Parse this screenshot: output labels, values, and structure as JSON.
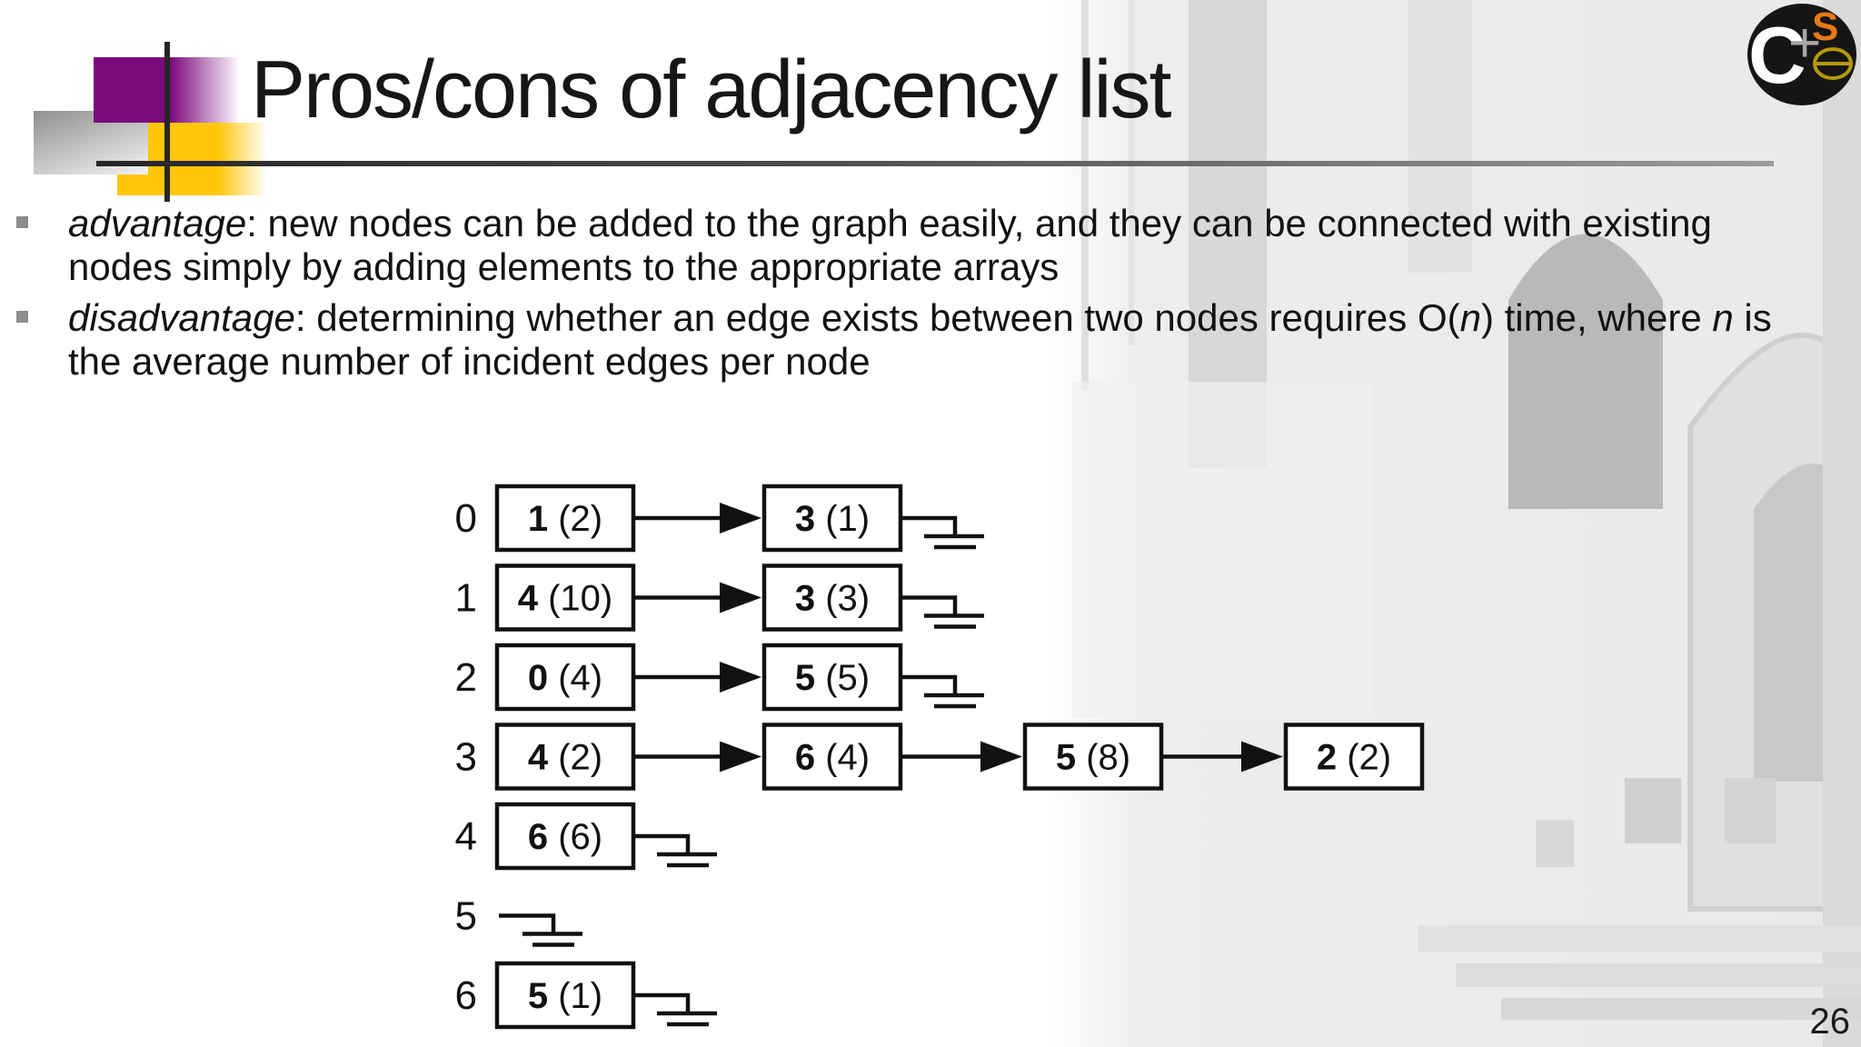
{
  "header": {
    "title": "Pros/cons of adjacency list"
  },
  "logo": {
    "letter_c": "C",
    "letter_plus": "+",
    "letter_s": "S",
    "letter_e": "e"
  },
  "bullets": [
    {
      "segments": [
        {
          "text": "advantage",
          "italic": true
        },
        {
          "text": ": new nodes can be added to the graph easily, and they can be connected with existing nodes simply by adding elements to the appropriate arrays",
          "italic": false
        }
      ]
    },
    {
      "segments": [
        {
          "text": "disadvantage",
          "italic": true
        },
        {
          "text": ": determining whether an edge exists between two nodes requires O(",
          "italic": false
        },
        {
          "text": "n",
          "italic": true
        },
        {
          "text": ") time, where ",
          "italic": false
        },
        {
          "text": "n",
          "italic": true
        },
        {
          "text": " is the average number of incident edges per node",
          "italic": false
        }
      ]
    }
  ],
  "diagram": {
    "type": "adjacency-list",
    "rows": [
      {
        "index": "0",
        "nodes": [
          {
            "vertex": "1",
            "weight": "(2)"
          },
          {
            "vertex": "3",
            "weight": "(1)"
          }
        ],
        "null_terminated": true
      },
      {
        "index": "1",
        "nodes": [
          {
            "vertex": "4",
            "weight": "(10)"
          },
          {
            "vertex": "3",
            "weight": "(3)"
          }
        ],
        "null_terminated": true
      },
      {
        "index": "2",
        "nodes": [
          {
            "vertex": "0",
            "weight": "(4)"
          },
          {
            "vertex": "5",
            "weight": "(5)"
          }
        ],
        "null_terminated": true
      },
      {
        "index": "3",
        "nodes": [
          {
            "vertex": "4",
            "weight": "(2)"
          },
          {
            "vertex": "6",
            "weight": "(4)"
          },
          {
            "vertex": "5",
            "weight": "(8)"
          },
          {
            "vertex": "2",
            "weight": "(2)"
          }
        ],
        "null_terminated": false
      },
      {
        "index": "4",
        "nodes": [
          {
            "vertex": "6",
            "weight": "(6)"
          }
        ],
        "null_terminated": true
      },
      {
        "index": "5",
        "nodes": [],
        "null_terminated": true
      },
      {
        "index": "6",
        "nodes": [
          {
            "vertex": "5",
            "weight": "(1)"
          }
        ],
        "null_terminated": true
      }
    ]
  },
  "footer": {
    "page_number": "26"
  },
  "colors": {
    "accent_purple": "#7c0a7c",
    "accent_yellow": "#ffc60a",
    "bullet_marker": "#8c8c8c",
    "logo_bg": "#151515",
    "logo_s": "#e87818",
    "logo_e": "#b5990a",
    "diagram_ink": "#111111"
  }
}
